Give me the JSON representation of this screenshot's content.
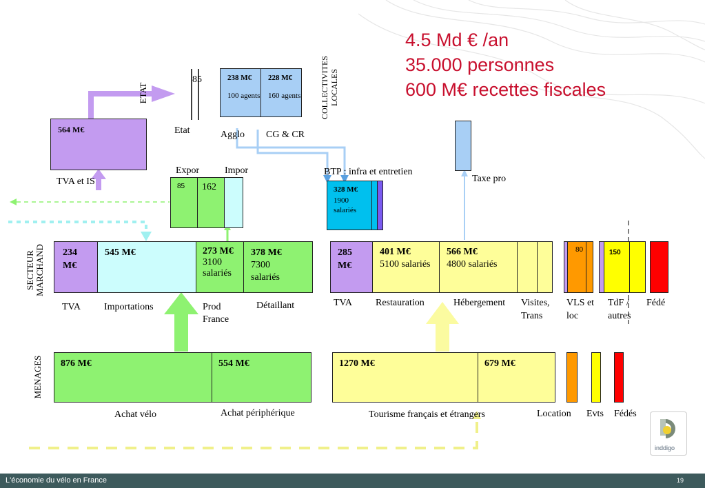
{
  "headline": {
    "line1": "4.5 Md € /an",
    "line2": "35.000 personnes",
    "line3": "600 M€ recettes fiscales"
  },
  "etat": {
    "label_vertical": "ETAT",
    "box_value": "564 M€",
    "tva_label": "TVA et IS",
    "state_label": "Etat",
    "state_number": "85"
  },
  "collectivites": {
    "label_line1": "COLLECTIVITES",
    "label_line2": "LOCALES",
    "agglo": {
      "value": "238 M€",
      "detail": "100 agents",
      "label": "Agglo"
    },
    "cgcr": {
      "value": "228 M€",
      "detail": "160 agents",
      "label": "CG & CR"
    }
  },
  "expor_impor": {
    "expor_label": "Expor",
    "impor_label": "Impor",
    "expor_value": "85",
    "impor_value": "162"
  },
  "btp": {
    "label": "BTP : infra et entretien",
    "value": "328 M€",
    "detail1": "1900",
    "detail2": "salariés"
  },
  "taxe_pro": {
    "label": "Taxe pro"
  },
  "secteur_marchand": {
    "label_line1": "SECTEUR",
    "label_line2": "MARCHAND",
    "left": {
      "tva": {
        "value1": "234",
        "value2": "M€",
        "label": "TVA"
      },
      "importations": {
        "value": "545 M€",
        "label": "Importations"
      },
      "prod": {
        "value": "273 M€",
        "detail1": "3100",
        "detail2": "salariés",
        "label1": "Prod",
        "label2": "France"
      },
      "detaillant": {
        "value": "378 M€",
        "detail1": "7300",
        "detail2": "salariés",
        "label": "Détaillant"
      }
    },
    "right": {
      "tva": {
        "value1": "285",
        "value2": "M€",
        "label": "TVA"
      },
      "restauration": {
        "value": "401 M€",
        "detail": "5100 salariés",
        "label": "Restauration"
      },
      "hebergement": {
        "value": "566 M€",
        "detail": "4800 salariés",
        "label": "Hébergement"
      },
      "visites": {
        "label1": "Visites,",
        "label2": "Trans"
      },
      "vls": {
        "value": "80",
        "label1": "VLS et",
        "label2": "loc"
      },
      "tdf": {
        "value": "150",
        "label1": "TdF /",
        "label2": "autres"
      },
      "fede": {
        "label": "Fédé"
      }
    }
  },
  "menages": {
    "label": "MENAGES",
    "achat_velo": {
      "value": "876 M€",
      "label": "Achat vélo"
    },
    "achat_peripherique": {
      "value": "554 M€",
      "label": "Achat périphérique"
    },
    "tourisme": {
      "value": "1270 M€",
      "label": "Tourisme français et étrangers"
    },
    "location": {
      "value": "679 M€",
      "label": "Location"
    },
    "evts": {
      "label": "Evts"
    },
    "fedes": {
      "label": "Fédés"
    }
  },
  "footer": {
    "title": "L'économie du vélo en France",
    "page": "19"
  },
  "logo": {
    "text": "inddigo"
  },
  "colors": {
    "purple": "#c39bf0",
    "light_blue": "#a8cff5",
    "cyan_light": "#ccfdfd",
    "green": "#8ef271",
    "yellow_light": "#fefe99",
    "orange": "#ff9900",
    "yellow": "#ffff00",
    "red": "#ff0000",
    "btp_cyan": "#00c0ee",
    "headline_red": "#c8102e",
    "footer_bg": "#3d5a5c"
  }
}
